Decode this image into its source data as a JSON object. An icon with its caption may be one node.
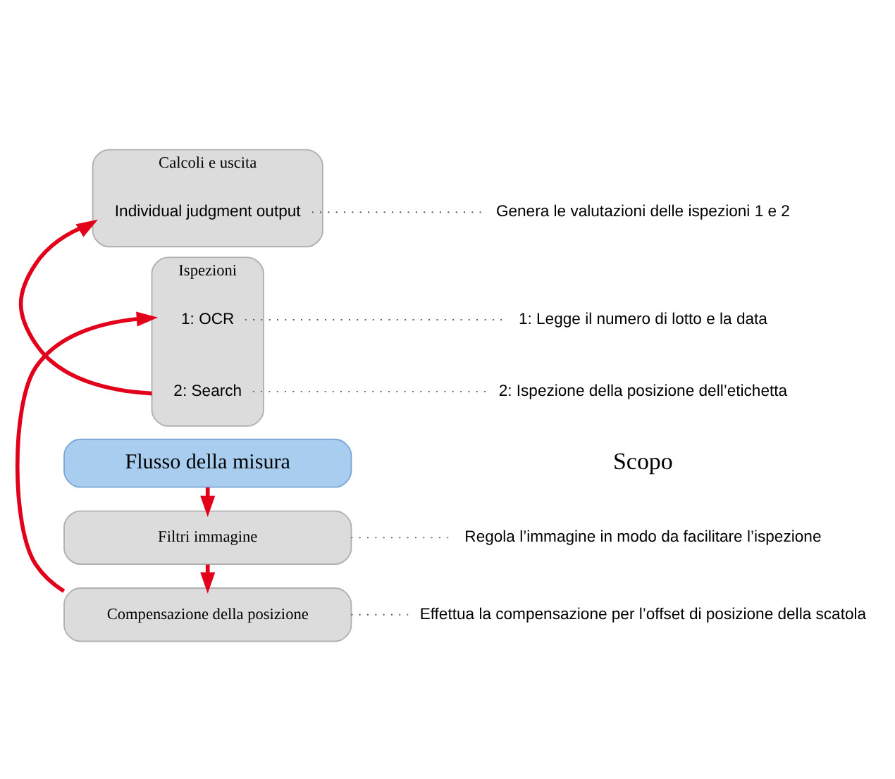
{
  "diagram": {
    "nodes": [
      {
        "text": [
          "Flusso della misura"
        ]
      },
      {
        "text": [
          "Filtri immagine"
        ]
      },
      {
        "text": [
          "Compensazione della posizione"
        ]
      },
      {
        "text": [
          "Ispezioni"
        ]
      },
      {
        "text": [
          "1: OCR"
        ],
        "in": 3
      },
      {
        "text": [
          "2: Search"
        ],
        "in": 3
      },
      {
        "text": [
          "Calcoli e uscita"
        ]
      },
      {
        "text": [
          "Individual judgment output"
        ],
        "in": 6
      },
      {
        "text": [
          "Regola l’immagine in modo da facilitare l’ispezione"
        ]
      },
      {
        "text": [
          "Effettua la compensazione per l’offset di posizione della scatola"
        ]
      },
      {
        "text": [
          "1: Legge il numero di lotto e la data"
        ]
      },
      {
        "text": [
          "2: Ispezione della posizione dell’etichetta"
        ]
      },
      {
        "text": [
          "Genera le valutazioni delle ispezioni 1 e 2"
        ]
      }
    ],
    "edges": [
      {
        "from": 0,
        "to": 1,
        "arrow": "to",
        "style": "thick",
        "color": "#e2001a"
      },
      {
        "from": 1,
        "to": 2,
        "arrow": "to",
        "style": "thick",
        "color": "#e2001a"
      },
      {
        "from": 2,
        "to": 3,
        "arrow": "to",
        "style": "thick",
        "color": "#e2001a"
      },
      {
        "from": 3,
        "to": 6,
        "arrow": "to",
        "style": "thick",
        "color": "#e2001a"
      },
      {
        "from": 1,
        "to": 8,
        "arrow": "none",
        "style": "dashed"
      },
      {
        "from": 2,
        "to": 9,
        "arrow": "none",
        "style": "dashed"
      },
      {
        "from": 4,
        "to": 10,
        "arrow": "none",
        "style": "dashed"
      },
      {
        "from": 5,
        "to": 11,
        "arrow": "none",
        "style": "dashed"
      },
      {
        "from": 7,
        "to": 12,
        "arrow": "none",
        "style": "dashed"
      }
    ],
    "labels": [
      "Scopo"
    ]
  }
}
